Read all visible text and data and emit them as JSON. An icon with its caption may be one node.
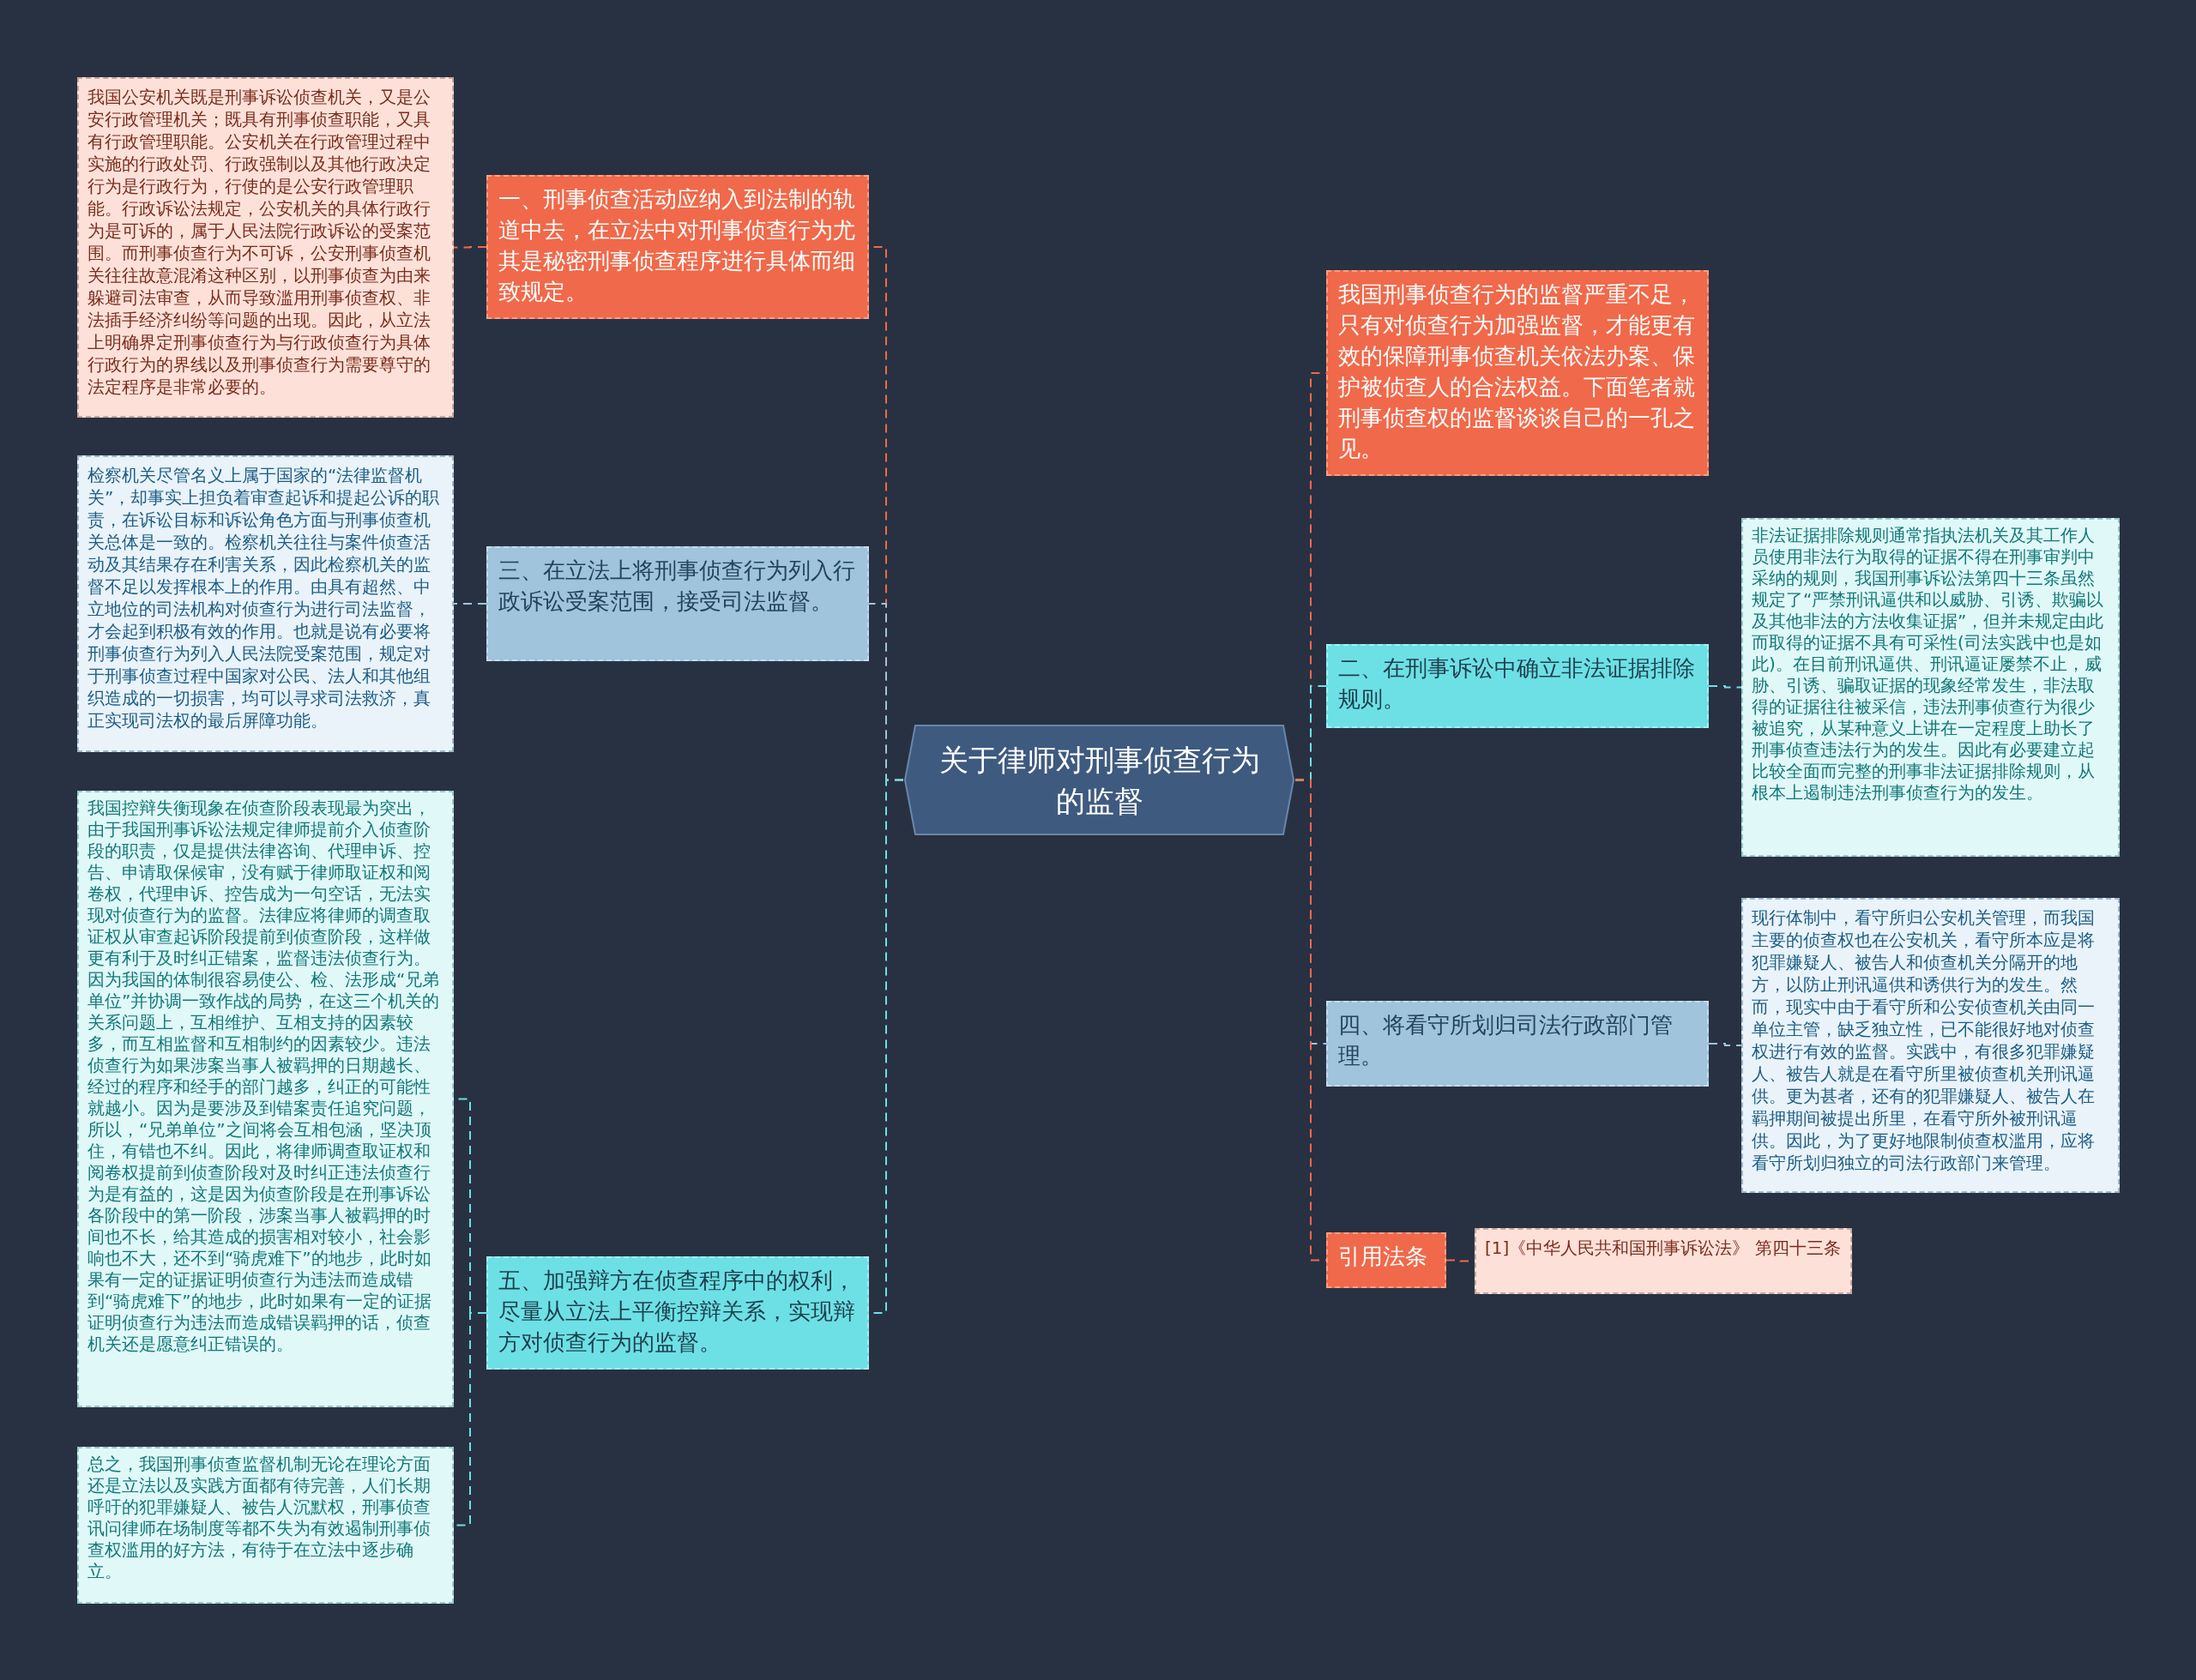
{
  "diagram": {
    "nodes": [
      {
        "text": [
          "关于律师对刑事侦查行为的监督"
        ]
      },
      {
        "text": [
          "一、刑事侦查活动应纳入到法制的轨道中去，在立法中对刑事侦查行为尤其是秘密刑事侦查程序进行具体而细致规定。"
        ]
      },
      {
        "text": [
          "我国公安机关既是刑事诉讼侦查机关，又是公安行政管理机关；既具有刑事侦查职能，又具有行政管理职能。公安机关在行政管理过程中实施的行政处罚、行政强制以及其他行政决定行为是行政行为，行使的是公安行政管理职能。行政诉讼法规定，公安机关的具体行政行为是可诉的，属于人民法院行政诉讼的受案范围。而刑事侦查行为不可诉，公安刑事侦查机关往往故意混淆这种区别，以刑事侦查为由来躲避司法审查，从而导致滥用刑事侦查权、非法插手经济纠纷等问题的出现。因此，从立法上明确界定刑事侦查行为与行政侦查行为具体行政行为的界线以及刑事侦查行为需要尊守的法定程序是非常必要的。"
        ]
      },
      {
        "text": [
          "三、在立法上将刑事侦查行为列入行政诉讼受案范围，接受司法监督。"
        ]
      },
      {
        "text": [
          "检察机关尽管名义上属于国家的“法律监督机关”，却事实上担负着审查起诉和提起公诉的职责，在诉讼目标和诉讼角色方面与刑事侦查机关总体是一致的。检察机关往往与案件侦查活动及其结果存在利害关系，因此检察机关的监督不足以发挥根本上的作用。由具有超然、中立地位的司法机构对侦查行为进行司法监督，才会起到积极有效的作用。也就是说有必要将刑事侦查行为列入人民法院受案范围，规定对于刑事侦查过程中国家对公民、法人和其他组织造成的一切损害，均可以寻求司法救济，真正实现司法权的最后屏障功能。"
        ]
      },
      {
        "text": [
          "五、加强辩方在侦查程序中的权利，尽量从立法上平衡控辩关系，实现辩方对侦查行为的监督。"
        ]
      },
      {
        "text": [
          "我国控辩失衡现象在侦查阶段表现最为突出，由于我国刑事诉讼法规定律师提前介入侦查阶段的职责，仅是提供法律咨询、代理申诉、控告、申请取保候审，没有赋于律师取证权和阅卷权，代理申诉、控告成为一句空话，无法实现对侦查行为的监督。法律应将律师的调查取证权从审查起诉阶段提前到侦查阶段，这样做更有利于及时纠正错案，监督违法侦查行为。因为我国的体制很容易使公、检、法形成“兄弟单位”并协调一致作战的局势，在这三个机关的关系问题上，互相维护、互相支持的因素较多，而互相监督和互相制约的因素较少。违法侦查行为如果涉案当事人被羁押的日期越长、经过的程序和经手的部门越多，纠正的可能性就越小。因为是要涉及到错案责任追究问题，所以，“兄弟单位”之间将会互相包涵，坚决顶住，有错也不纠。因此，将律师调查取证权和阅卷权提前到侦查阶段对及时纠正违法侦查行为是有益的，这是因为侦查阶段是在刑事诉讼各阶段中的第一阶段，涉案当事人被羁押的时间也不长，给其造成的损害相对较小，社会影响也不大，还不到“骑虎难下”的地步，此时如果有一定的证据证明侦查行为违法而造成错到“骑虎难下”的地步，此时如果有一定的证据证明侦查行为违法而造成错误羁押的话，侦查机关还是愿意纠正错误的。"
        ]
      },
      {
        "text": [
          "总之，我国刑事侦查监督机制无论在理论方面还是立法以及实践方面都有待完善，人们长期呼吁的犯罪嫌疑人、被告人沉默权，刑事侦查讯问律师在场制度等都不失为有效遏制刑事侦查权滥用的好方法，有待于在立法中逐步确立。"
        ]
      },
      {
        "text": [
          "我国刑事侦查行为的监督严重不足，只有对侦查行为加强监督，才能更有效的保障刑事侦查机关依法办案、保护被侦查人的合法权益。下面笔者就刑事侦查权的监督谈谈自己的一孔之见。"
        ]
      },
      {
        "text": [
          "二、在刑事诉讼中确立非法证据排除规则。"
        ]
      },
      {
        "text": [
          "非法证据排除规则通常指执法机关及其工作人员使用非法行为取得的证据不得在刑事审判中采纳的规则，我国刑事诉讼法第四十三条虽然规定了“严禁刑讯逼供和以威胁、引诱、欺骗以及其他非法的方法收集证据”，但并未规定由此而取得的证据不具有可采性(司法实践中也是如此)。在目前刑讯逼供、刑讯逼证屡禁不止，威胁、引诱、骗取证据的现象经常发生，非法取得的证据往往被采信，违法刑事侦查行为很少被追究，从某种意义上讲在一定程度上助长了刑事侦查违法行为的发生。因此有必要建立起比较全面而完整的刑事非法证据排除规则，从根本上遏制违法刑事侦查行为的发生。"
        ]
      },
      {
        "text": [
          "四、将看守所划归司法行政部门管理。"
        ]
      },
      {
        "text": [
          "现行体制中，看守所归公安机关管理，而我国主要的侦查权也在公安机关，看守所本应是将犯罪嫌疑人、被告人和侦查机关分隔开的地方，以防止刑讯逼供和诱供行为的发生。然而，现实中由于看守所和公安侦查机关由同一单位主管，缺乏独立性，已不能很好地对侦查权进行有效的监督。实践中，有很多犯罪嫌疑人、被告人就是在看守所里被侦查机关刑讯逼供。更为甚者，还有的犯罪嫌疑人、被告人在羁押期间被提出所里，在看守所外被刑讯逼供。因此，为了更好地限制侦查权滥用，应将看守所划归独立的司法行政部门来管理。"
        ]
      },
      {
        "text": [
          "引用法条"
        ]
      },
      {
        "text": [
          "[1]《中华人民共和国刑事诉讼法》 第四十三条"
        ]
      }
    ],
    "edges": [
      {
        "from": 0,
        "to": 1,
        "arrow": "none",
        "style": "dashed",
        "color": "#f0694a"
      },
      {
        "from": 1,
        "to": 2,
        "arrow": "none",
        "style": "dashed",
        "color": "#f0694a"
      },
      {
        "from": 0,
        "to": 3,
        "arrow": "none",
        "style": "dashed",
        "color": "#9fc4dc"
      },
      {
        "from": 3,
        "to": 4,
        "arrow": "none",
        "style": "dashed",
        "color": "#9fc4dc"
      },
      {
        "from": 0,
        "to": 5,
        "arrow": "none",
        "style": "dashed",
        "color": "#6de0e6"
      },
      {
        "from": 5,
        "to": 6,
        "arrow": "none",
        "style": "dashed",
        "color": "#6de0e6"
      },
      {
        "from": 5,
        "to": 7,
        "arrow": "none",
        "style": "dashed",
        "color": "#6de0e6"
      },
      {
        "from": 0,
        "to": 8,
        "arrow": "none",
        "style": "dashed",
        "color": "#f0694a"
      },
      {
        "from": 0,
        "to": 9,
        "arrow": "none",
        "style": "dashed",
        "color": "#6de0e6"
      },
      {
        "from": 9,
        "to": 10,
        "arrow": "none",
        "style": "dashed",
        "color": "#6de0e6"
      },
      {
        "from": 0,
        "to": 11,
        "arrow": "none",
        "style": "dashed",
        "color": "#9fc4dc"
      },
      {
        "from": 11,
        "to": 12,
        "arrow": "none",
        "style": "dashed",
        "color": "#9fc4dc"
      },
      {
        "from": 0,
        "to": 13,
        "arrow": "none",
        "style": "dashed",
        "color": "#f0694a"
      },
      {
        "from": 13,
        "to": 14,
        "arrow": "none",
        "style": "dashed",
        "color": "#f0694a"
      }
    ]
  }
}
